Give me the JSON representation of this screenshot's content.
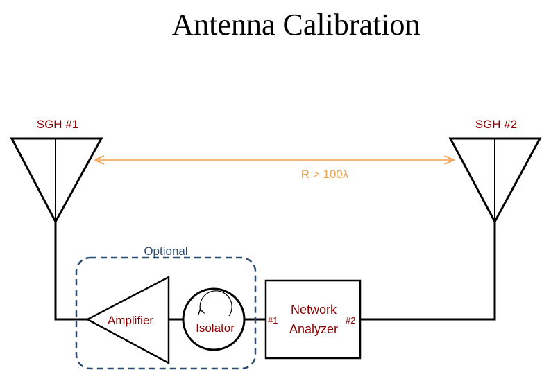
{
  "title": "Antenna Calibration",
  "labels": {
    "sgh1": "SGH #1",
    "sgh2": "SGH #2",
    "range": "R > 100λ",
    "optional": "Optional",
    "amplifier": "Amplifier",
    "isolator": "Isolator",
    "network_line1": "Network",
    "network_line2": "Analyzer",
    "port1": "#1",
    "port2": "#2"
  },
  "colors": {
    "antenna_label": "#8b0000",
    "range_arrow": "#f0a050",
    "optional_box": "#2e4a6e",
    "component_label": "#8b0000"
  }
}
